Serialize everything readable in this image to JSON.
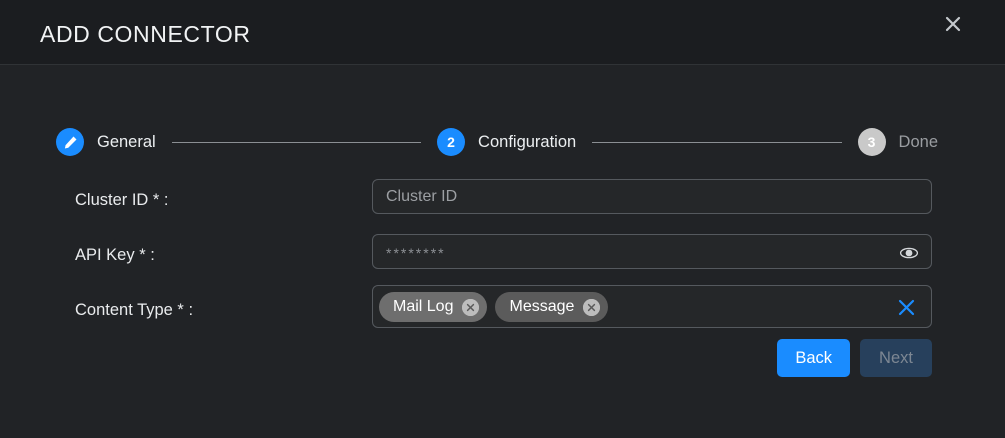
{
  "header": {
    "title": "ADD CONNECTOR",
    "close_icon": "close-icon"
  },
  "stepper": {
    "steps": [
      {
        "id": "general",
        "marker": "pencil-icon",
        "label": "General",
        "state": "completed"
      },
      {
        "id": "configuration",
        "marker": "2",
        "label": "Configuration",
        "state": "active"
      },
      {
        "id": "done",
        "marker": "3",
        "label": "Done",
        "state": "pending"
      }
    ]
  },
  "form": {
    "fields": [
      {
        "id": "cluster-id",
        "label": "Cluster ID * :",
        "type": "text",
        "value": "",
        "placeholder": "Cluster ID"
      },
      {
        "id": "api-key",
        "label": "API Key * :",
        "type": "password",
        "value": "********",
        "trailing_icon": "eye-icon"
      },
      {
        "id": "content-type",
        "label": "Content Type * :",
        "type": "multiselect",
        "tags": [
          {
            "label": "Mail Log",
            "color": "#6e6e6e",
            "remove_icon": "circle-x-icon"
          },
          {
            "label": "Message",
            "color": "#5b5b5b",
            "remove_icon": "circle-x-icon"
          }
        ],
        "clear_icon": "clear-x-icon"
      }
    ]
  },
  "actions": {
    "back_label": "Back",
    "next_label": "Next",
    "next_disabled": true
  },
  "colors": {
    "accent": "#1a8cff",
    "background": "#212326",
    "header_background": "#1b1d20",
    "field_border": "#55595e",
    "disabled_button": "#27405c",
    "pending_step": "#c9c9c9"
  }
}
